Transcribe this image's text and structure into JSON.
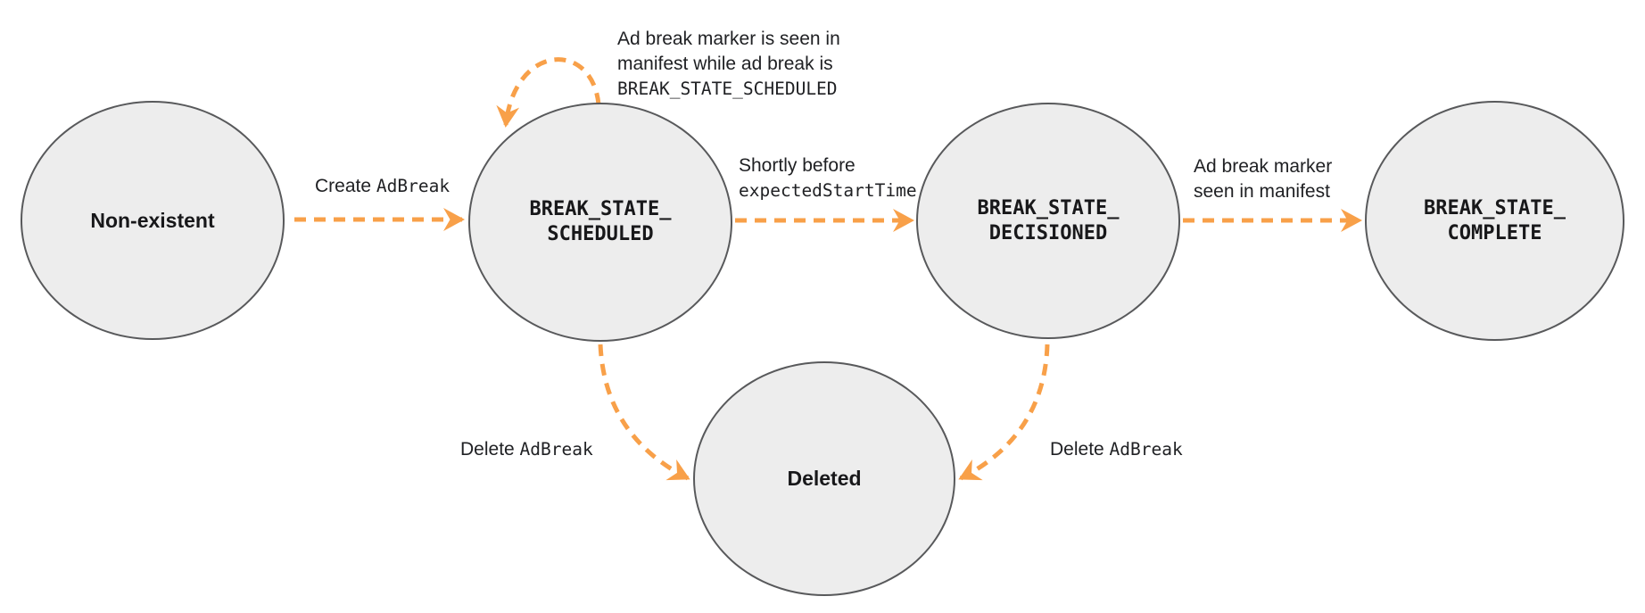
{
  "diagram": {
    "type": "state-machine",
    "colors": {
      "arrow": "#F8A049",
      "node_fill": "#EDEDED",
      "node_border": "#58595B",
      "text": "#202124"
    },
    "nodes": [
      {
        "id": "non-existent",
        "label": "Non-existent"
      },
      {
        "id": "break-state-scheduled",
        "line1": "BREAK_STATE_",
        "line2": "SCHEDULED"
      },
      {
        "id": "break-state-decisioned",
        "line1": "BREAK_STATE_",
        "line2": "DECISIONED"
      },
      {
        "id": "break-state-complete",
        "line1": "BREAK_STATE_",
        "line2": "COMPLETE"
      },
      {
        "id": "deleted",
        "label": "Deleted"
      }
    ],
    "edges": {
      "create_adbreak": {
        "text_sans": "Create ",
        "text_mono": "AdBreak"
      },
      "scheduled_self_loop": {
        "line1": "Ad break marker is seen in",
        "line2": "manifest while ad break is",
        "line3_mono": "BREAK_STATE_SCHEDULED"
      },
      "shortly_before": {
        "line1_sans": "Shortly before",
        "line2_mono": "expectedStartTime"
      },
      "marker_seen": {
        "line1": "Ad break marker",
        "line2": "seen in manifest"
      },
      "delete_from_scheduled": {
        "text_sans": "Delete ",
        "text_mono": "AdBreak"
      },
      "delete_from_decisioned": {
        "text_sans": "Delete ",
        "text_mono": "AdBreak"
      }
    }
  }
}
